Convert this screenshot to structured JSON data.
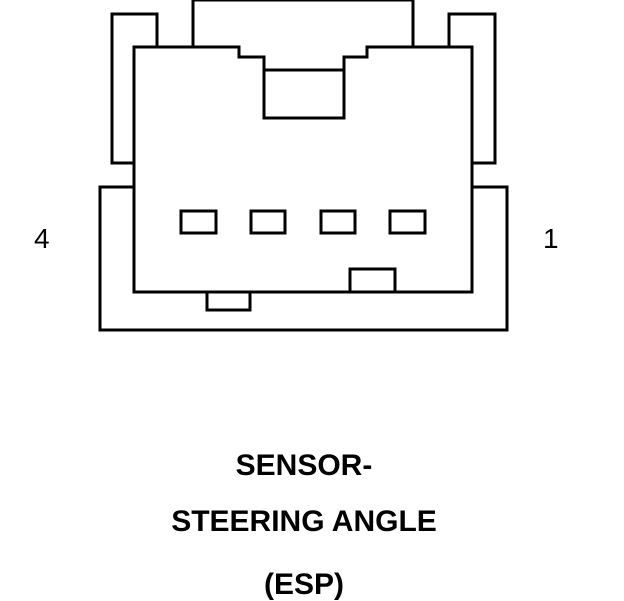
{
  "connector": {
    "pin_left_label": "4",
    "pin_right_label": "1"
  },
  "caption": {
    "line1": "SENSOR-",
    "line2": "STEERING ANGLE",
    "line3": "(ESP)"
  },
  "colors": {
    "line": "#000000",
    "background": "#ffffff"
  }
}
